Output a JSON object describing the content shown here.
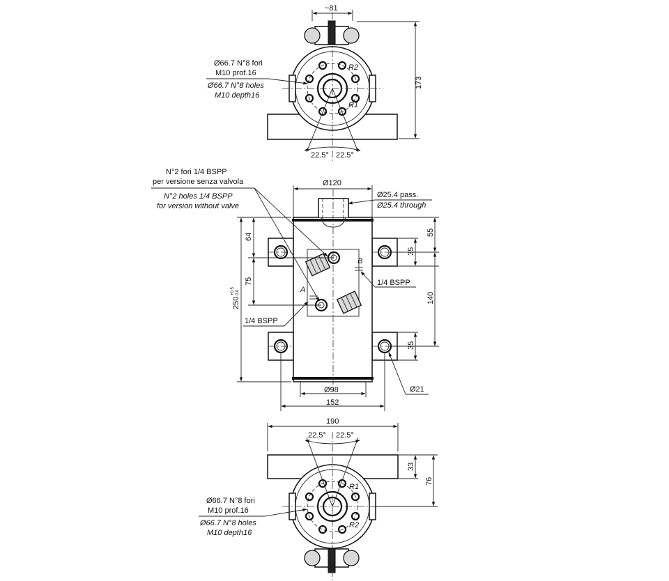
{
  "top_view": {
    "dim_width": "~81",
    "dim_height": "173",
    "note_it_1": "Ø66.7 N°8 fori",
    "note_it_2": "M10 prof.16",
    "note_en_1": "Ø66.7 N°8 holes",
    "note_en_2": "M10 depth16",
    "r1": "R1",
    "r2": "R2",
    "angle_left": "22.5°",
    "angle_right": "22.5°"
  },
  "front_view": {
    "port_note_it_1": "N°2 fori 1/4 BSPP",
    "port_note_it_2": "per versione senza valvola",
    "port_note_en_1": "N°2 holes 1/4 BSPP",
    "port_note_en_2": "for version without valve",
    "dim_body_dia": "Ø120",
    "pass_it": "Ø25.4 pass.",
    "pass_en": "Ø25.4 through",
    "dim_64": "64",
    "dim_75": "75",
    "dim_250": "250",
    "dim_250_tol_upper": "+0.5",
    "dim_250_tol_lower": "0.0",
    "dim_55": "55",
    "dim_35_top": "35",
    "dim_140": "140",
    "dim_35_bottom": "35",
    "port_a": "A",
    "port_b": "B",
    "bspp_right": "1/4 BSPP",
    "bspp_left": "1/4 BSPP",
    "dim_98": "Ø98",
    "dim_152": "152",
    "dim_21": "Ø21"
  },
  "bottom_view": {
    "dim_190": "190",
    "angle_left": "22.5°",
    "angle_right": "22.5°",
    "dim_33": "33",
    "dim_76": "76",
    "note_it_1": "Ø66.7 N°8 fori",
    "note_it_2": "M10 prof.16",
    "note_en_1": "Ø66.7 N°8 holes",
    "note_en_2": "M10 depth16",
    "r1": "R1",
    "r2": "R2"
  }
}
